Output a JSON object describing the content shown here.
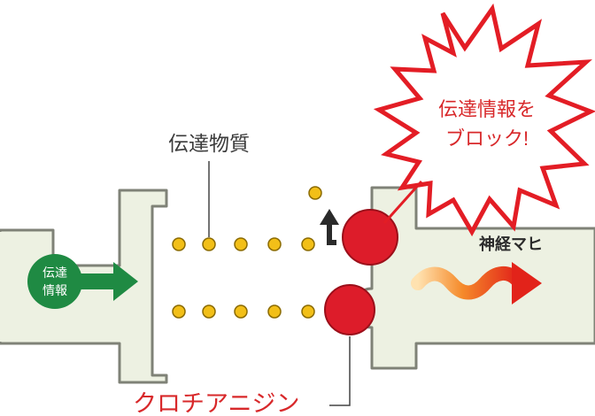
{
  "labels": {
    "neurotransmitter": "伝達物質",
    "block_line1": "伝達情報を",
    "block_line2": "ブロック!",
    "signal_line1": "伝達",
    "signal_line2": "情報",
    "paralysis": "神経マヒ",
    "drug": "クロチアニジン"
  },
  "colors": {
    "background": "#ffffff",
    "membrane_fill": "#edf1e2",
    "membrane_stroke": "#7f8277",
    "vesicle": "#f2bf18",
    "vesicle_stroke": "#8a6a00",
    "signal_green": "#1f8a43",
    "drug_red": "#dd1c2a",
    "burst_stroke": "#e31d25",
    "label_red": "#d8282a",
    "text_dark": "#3b3b3b"
  },
  "icons": {
    "signal_arrow": "arrow-right-icon",
    "wavy_arrow": "wavy-arrow-icon",
    "bounce_arrow": "bent-arrow-icon"
  }
}
